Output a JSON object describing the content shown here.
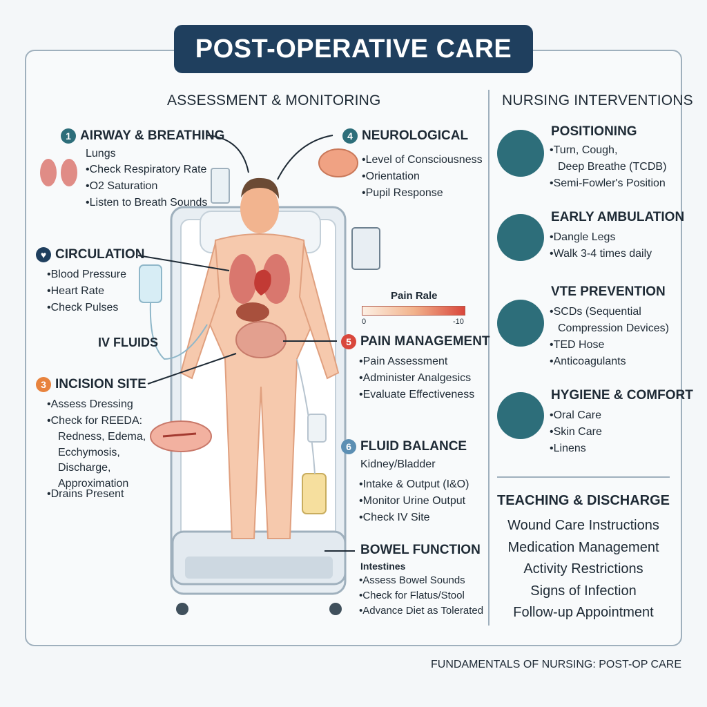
{
  "title": "POST-OPERATIVE CARE",
  "left_heading": "ASSESSMENT & MONITORING",
  "right_heading": "NURSING INTERVENTIONS",
  "airway": {
    "num": "1",
    "title": "AIRWAY & BREATHING",
    "sub": "Lungs",
    "items": [
      "Check Respiratory Rate",
      "O2 Saturation",
      "Listen to Breath Sounds"
    ]
  },
  "circulation": {
    "title": "CIRCULATION",
    "items": [
      "Blood Pressure",
      "Heart Rate",
      "Check Pulses"
    ]
  },
  "iv_fluids": "IV FLUIDS",
  "incision": {
    "num": "3",
    "title": "INCISION SITE",
    "items": [
      "Assess Dressing",
      "Check for REEDA:"
    ],
    "reeda": [
      "Redness, Edema,",
      "Ecchymosis,",
      "Discharge,",
      "Approximation"
    ],
    "last": "Drains Present"
  },
  "neuro": {
    "num": "4",
    "title": "NEUROLOGICAL",
    "items": [
      "Level of Consciousness",
      "Orientation",
      "Pupil Response"
    ]
  },
  "pain_scale": {
    "label": "Pain Rale",
    "min": "0",
    "max": "-10"
  },
  "pain": {
    "num": "5",
    "title": "PAIN MANAGEMENT",
    "items": [
      "Pain Assessment",
      "Administer Analgesics",
      "Evaluate Effectiveness"
    ]
  },
  "fluid": {
    "num": "6",
    "title": "FLUID BALANCE",
    "sub": "Kidney/Bladder",
    "items": [
      "Intake & Output (I&O)",
      "Monitor Urine Output",
      "Check IV Site"
    ]
  },
  "bowel": {
    "title": "BOWEL FUNCTION",
    "sub": "Intestines",
    "items": [
      "Assess Bowel Sounds",
      "Check for Flatus/Stool",
      "Advance Diet as Tolerated"
    ]
  },
  "positioning": {
    "title": "POSITIONING",
    "items": [
      "Turn, Cough,"
    ],
    "cont": "Deep Breathe (TCDB)",
    "items2": [
      "Semi-Fowler's Position"
    ]
  },
  "ambulation": {
    "title": "EARLY AMBULATION",
    "items": [
      "Dangle Legs",
      "Walk 3-4 times daily"
    ]
  },
  "vte": {
    "title": "VTE PREVENTION",
    "items": [
      "SCDs (Sequential"
    ],
    "cont": "Compression Devices)",
    "items2": [
      "TED Hose",
      "Anticoagulants"
    ]
  },
  "hygiene": {
    "title": "HYGIENE & COMFORT",
    "items": [
      "Oral Care",
      "Skin Care",
      "Linens"
    ]
  },
  "teaching": {
    "title": "TEACHING & DISCHARGE",
    "items": [
      "Wound Care Instructions",
      "Medication Management",
      "Activity Restrictions",
      "Signs of Infection",
      "Follow-up Appointment"
    ]
  },
  "footer": "FUNDAMENTALS OF NURSING: POST-OP CARE",
  "colors": {
    "title_bg": "#1f3f5e",
    "teal": "#2d6e7a",
    "orange": "#e8833e",
    "red": "#d9473c",
    "blue": "#5c8fb3"
  }
}
